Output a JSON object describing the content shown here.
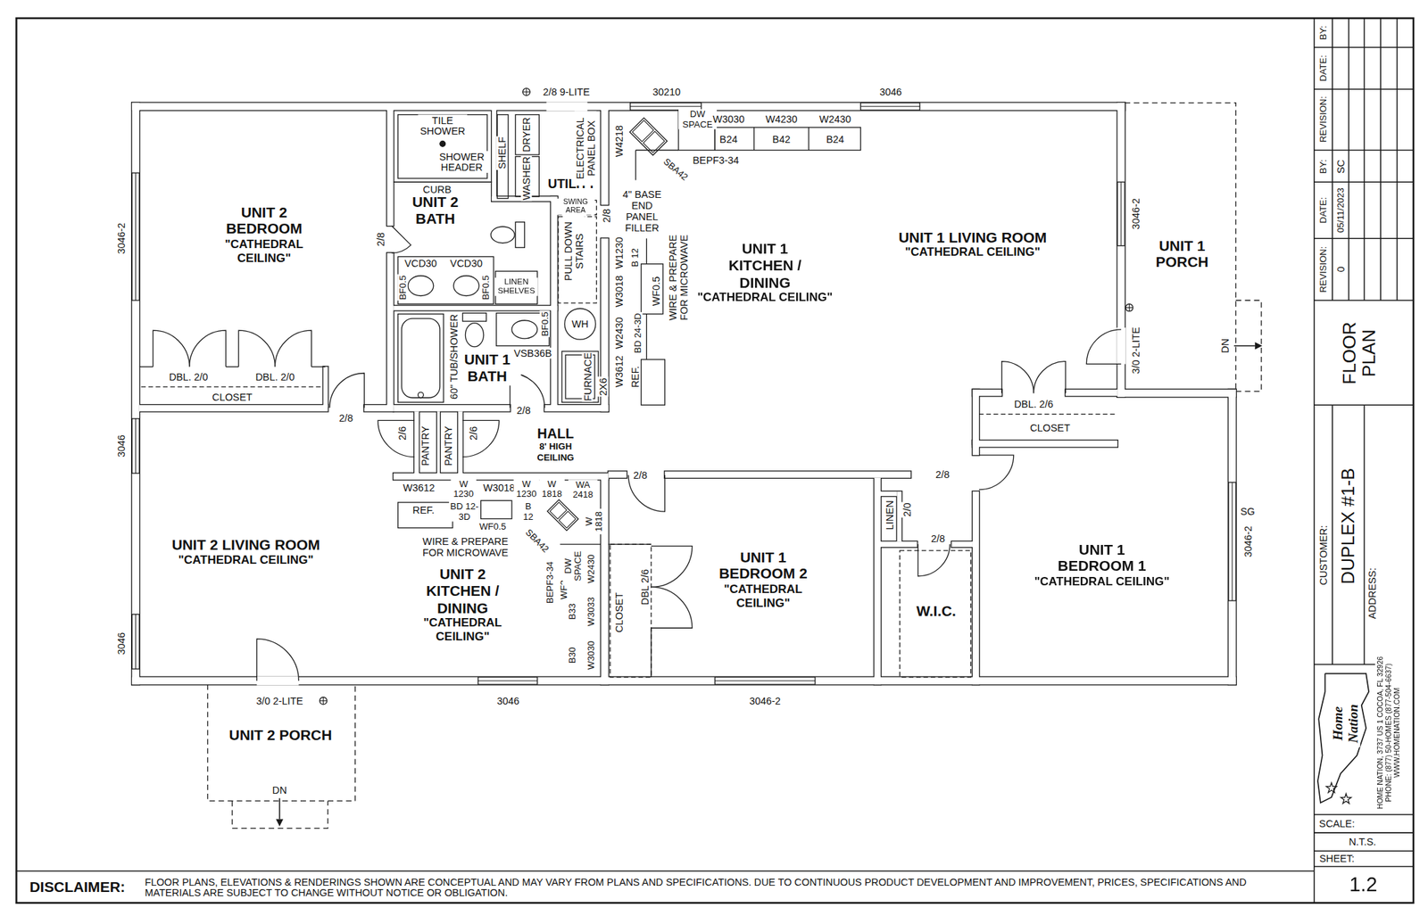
{
  "diagram": {
    "nodes": [
      {
        "text": [
          "UNIT 2 BEDROOM",
          "\"CATHEDRAL CEILING\""
        ]
      },
      {
        "text": [
          "UNIT 2 BATH"
        ]
      },
      {
        "text": [
          "UTILITY"
        ]
      },
      {
        "text": [
          "UNIT 1 KITCHEN / DINING",
          "\"CATHEDRAL CEILING\""
        ]
      },
      {
        "text": [
          "UNIT 1 LIVING ROOM",
          "\"CATHEDRAL CEILING\""
        ]
      },
      {
        "text": [
          "UNIT 1 PORCH"
        ]
      },
      {
        "text": [
          "UNIT 1 BATH"
        ]
      },
      {
        "text": [
          "HALL",
          "8' HIGH CEILING"
        ]
      },
      {
        "text": [
          "UNIT 2 LIVING ROOM",
          "\"CATHEDRAL CEILING\""
        ]
      },
      {
        "text": [
          "UNIT 2 KITCHEN / DINING",
          "\"CATHEDRAL CEILING\""
        ]
      },
      {
        "text": [
          "UNIT 1 BEDROOM 2",
          "\"CATHEDRAL CEILING\""
        ]
      },
      {
        "text": [
          "W.I.C."
        ]
      },
      {
        "text": [
          "UNIT 1 BEDROOM 1",
          "\"CATHEDRAL CEILING\""
        ]
      },
      {
        "text": [
          "UNIT 2 PORCH"
        ]
      }
    ],
    "labels": [
      "3046-2",
      "3046",
      "3046",
      "2/8 9-LITE",
      "30210",
      "3046",
      "3046-2",
      "3/0 2-LITE",
      "DN",
      "SG",
      "3046-2",
      "3046",
      "3046-2",
      "3/0 2-LITE",
      "DN",
      "TILE SHOWER",
      "SHOWER HEADER",
      "CURB",
      "2/8",
      "VCD30",
      "VCD30",
      "BF0.5",
      "BF0.5",
      "LINEN SHELVES",
      "SHELF",
      "DRYER",
      "WASHER",
      "ELECTRICAL PANEL BOX",
      "SWING AREA",
      "PULL DOWN STAIRS",
      "2/8",
      "W4218",
      "SBA42",
      "DW SPACE",
      "W3030",
      "W4230",
      "W2430",
      "B24",
      "B42",
      "B24",
      "BEPF3-34",
      "4\" BASE END PANEL FILLER",
      "W1230",
      "B 12",
      "W3018",
      "WF0.5",
      "WIRE & PREPARE FOR MICROWAVE",
      "W2430",
      "BD 24-3D",
      "W3612",
      "REF.",
      "WH",
      "FURNACE",
      "2X6",
      "60\" TUB/SHOWER",
      "VSB36B",
      "BF0.5",
      "2/8",
      "DBL. 2/0",
      "DBL. 2/0",
      "CLOSET",
      "2/8",
      "2/6",
      "PANTRY",
      "PANTRY",
      "2/6",
      "W3612",
      "REF.",
      "W 1230",
      "BD 12-3D",
      "W3018",
      "W 1230",
      "B 12",
      "W 1818",
      "WA 2418",
      "WF0.5",
      "WIRE & PREPARE FOR MICROWAVE",
      "SBA42",
      "BEPF3-34",
      "WF3",
      "DW SPACE",
      "W2430",
      "W 1818",
      "B33",
      "W3033",
      "B30",
      "W3030",
      "2/8",
      "CLOSET",
      "DBL 2/6",
      "LINEN",
      "2/0",
      "2/8",
      "2/8",
      "DBL. 2/6",
      "CLOSET",
      "BY:",
      "DATE:",
      "REVISION:",
      "REVISION:",
      "DATE:",
      "BY:",
      "0",
      "05/11/2023",
      "SC",
      "FLOOR PLAN",
      "CUSTOMER:",
      "DUPLEX #1-B",
      "ADDRESS:",
      "Home Nation",
      "HOME NATION, 3737 US 1 COCOA, FL 32926",
      "PHONE: (877) 50-HOMES (877-504-6637)",
      "WWW.HOMENATION.COM",
      "SCALE:",
      "N.T.S.",
      "SHEET:",
      "1.2",
      "DISCLAIMER:",
      "FLOOR PLANS, ELEVATIONS & RENDERINGS SHOWN ARE CONCEPTUAL AND MAY VARY FROM PLANS AND SPECIFICATIONS. DUE TO CONTINUOUS PRODUCT DEVELOPMENT AND IMPROVEMENT, PRICES, SPECIFICATIONS AND MATERIALS ARE SUBJECT TO CHANGE WITHOUT NOTICE OR OBLIGATION."
    ]
  }
}
